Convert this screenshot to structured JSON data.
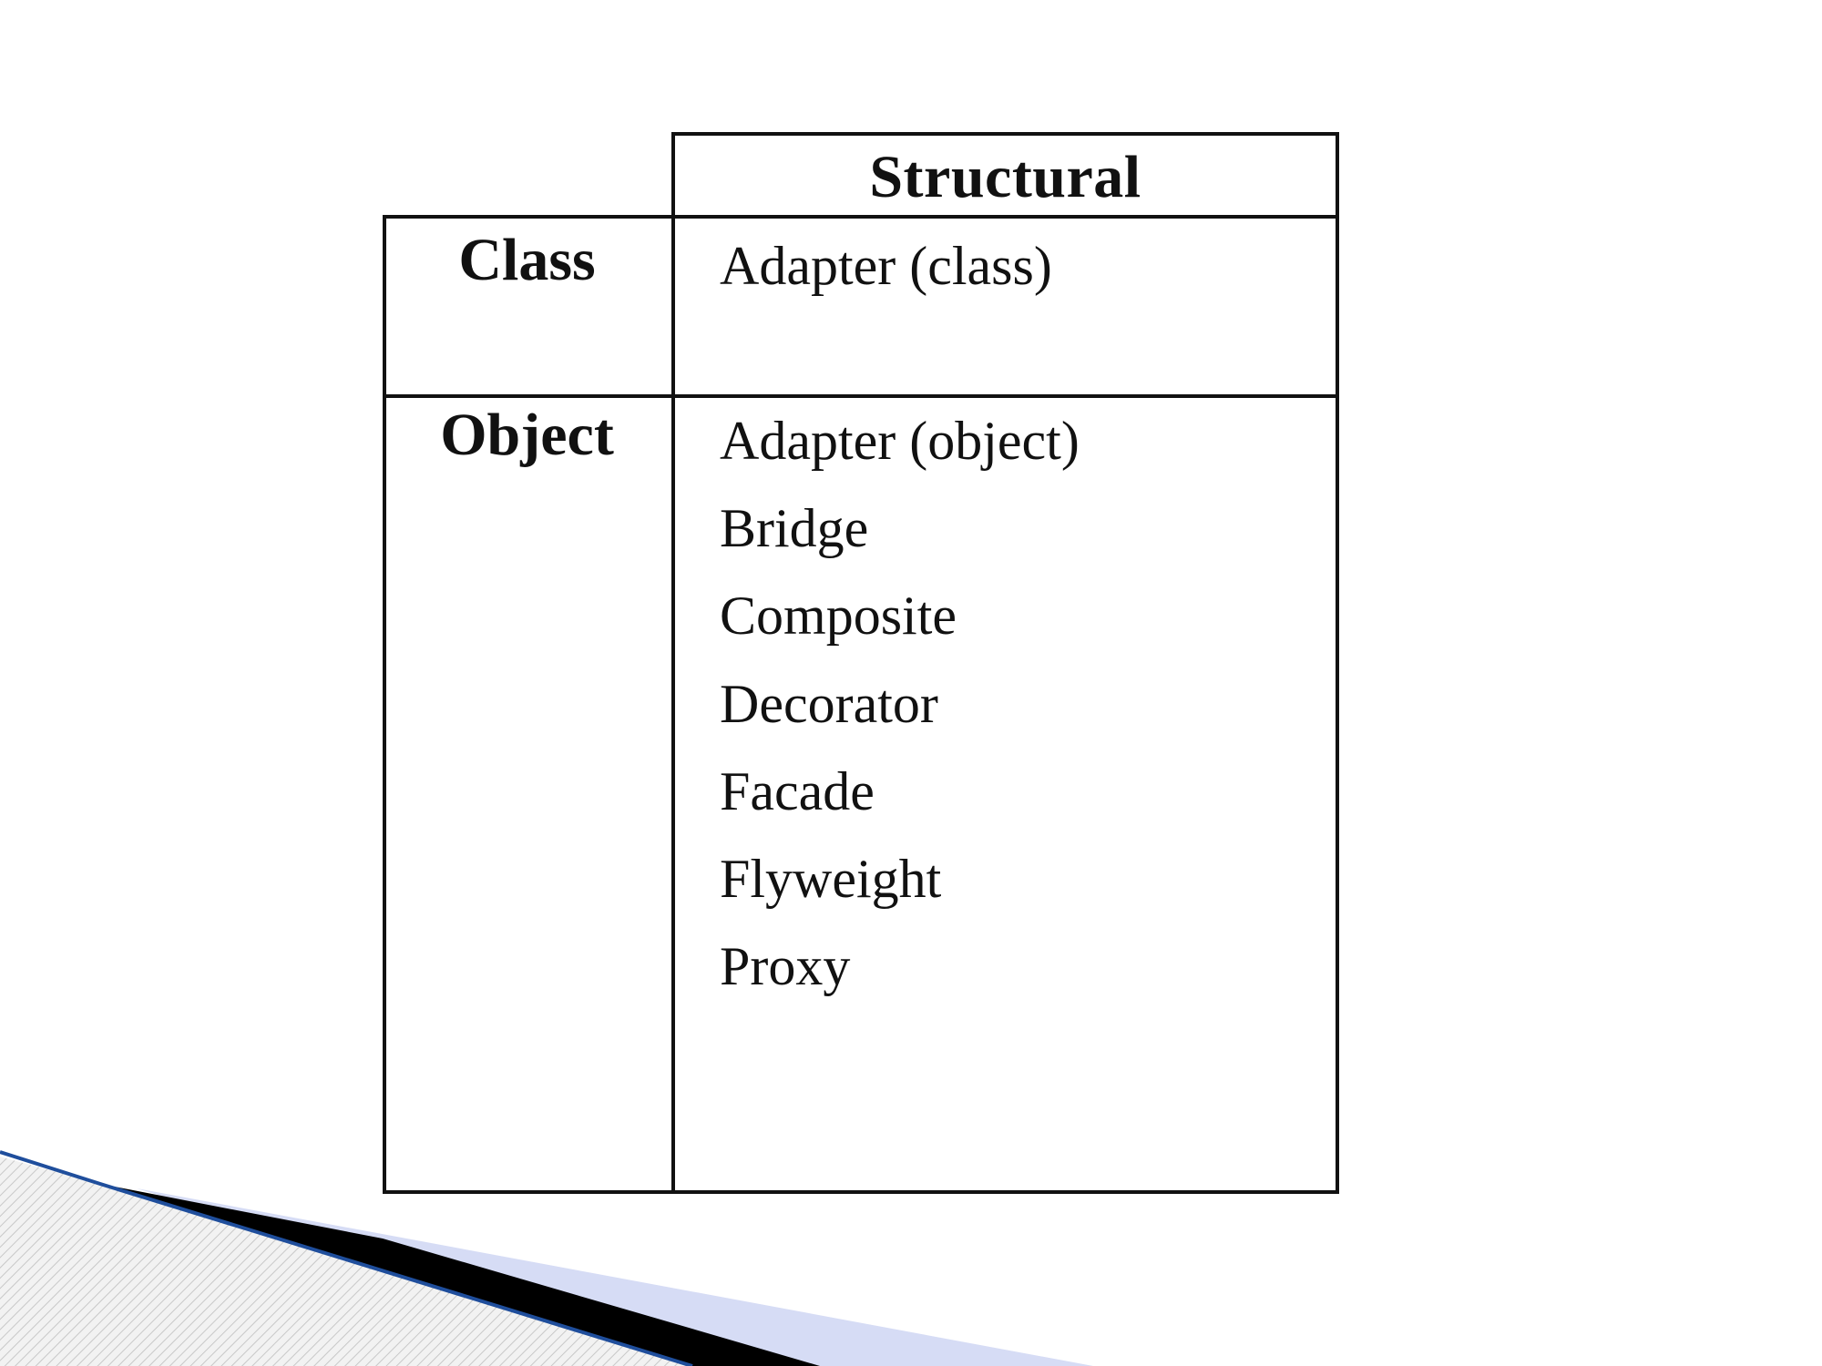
{
  "table": {
    "column_header": "Structural",
    "rows": [
      {
        "label": "Class",
        "patterns": [
          "Adapter (class)"
        ]
      },
      {
        "label": "Object",
        "patterns": [
          "Adapter (object)",
          "Bridge",
          "Composite",
          "Decorator",
          "Facade",
          "Flyweight",
          "Proxy"
        ]
      }
    ]
  },
  "colors": {
    "line": "#111111",
    "accent_blue": "#1f4e9c",
    "accent_light": "#d6dcf5"
  }
}
